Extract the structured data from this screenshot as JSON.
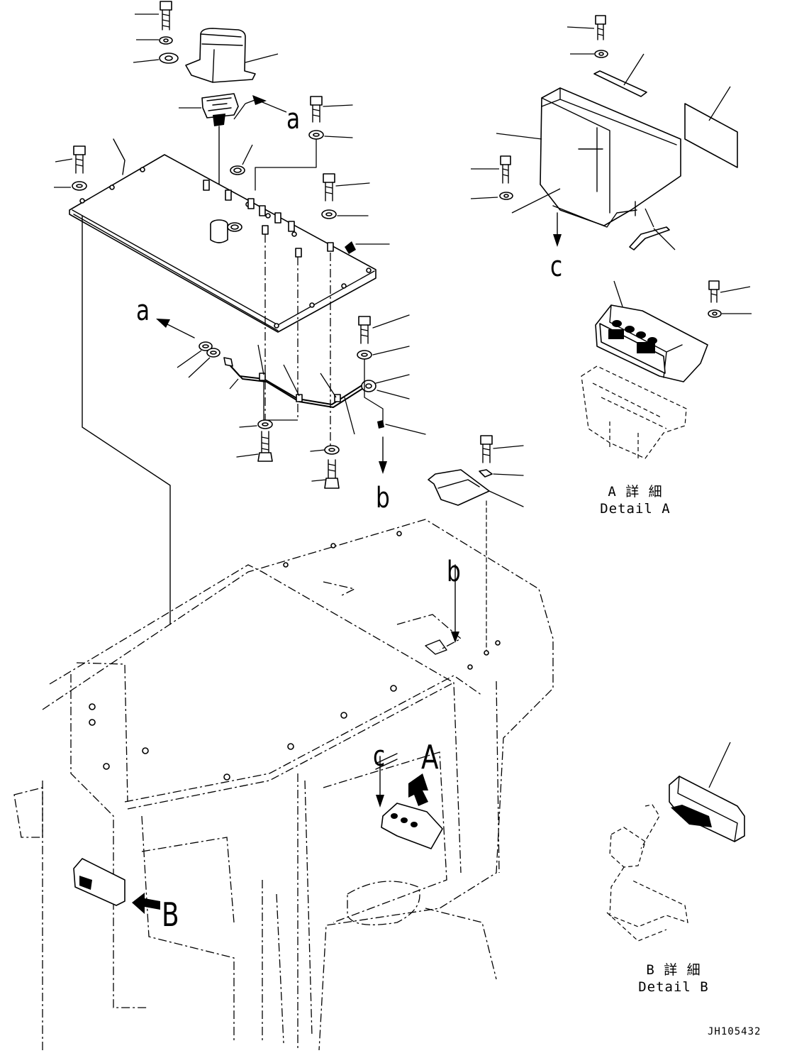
{
  "callouts": {
    "a1": "a",
    "a2": "a",
    "b1": "b",
    "b2": "b",
    "c1": "c",
    "c2": "c",
    "A": "A",
    "B": "B"
  },
  "detail_a": {
    "jp": "A 詳 細",
    "en": "Detail A"
  },
  "detail_b": {
    "jp": "B 詳 細",
    "en": "Detail B"
  },
  "drawing_code": "JH105432"
}
